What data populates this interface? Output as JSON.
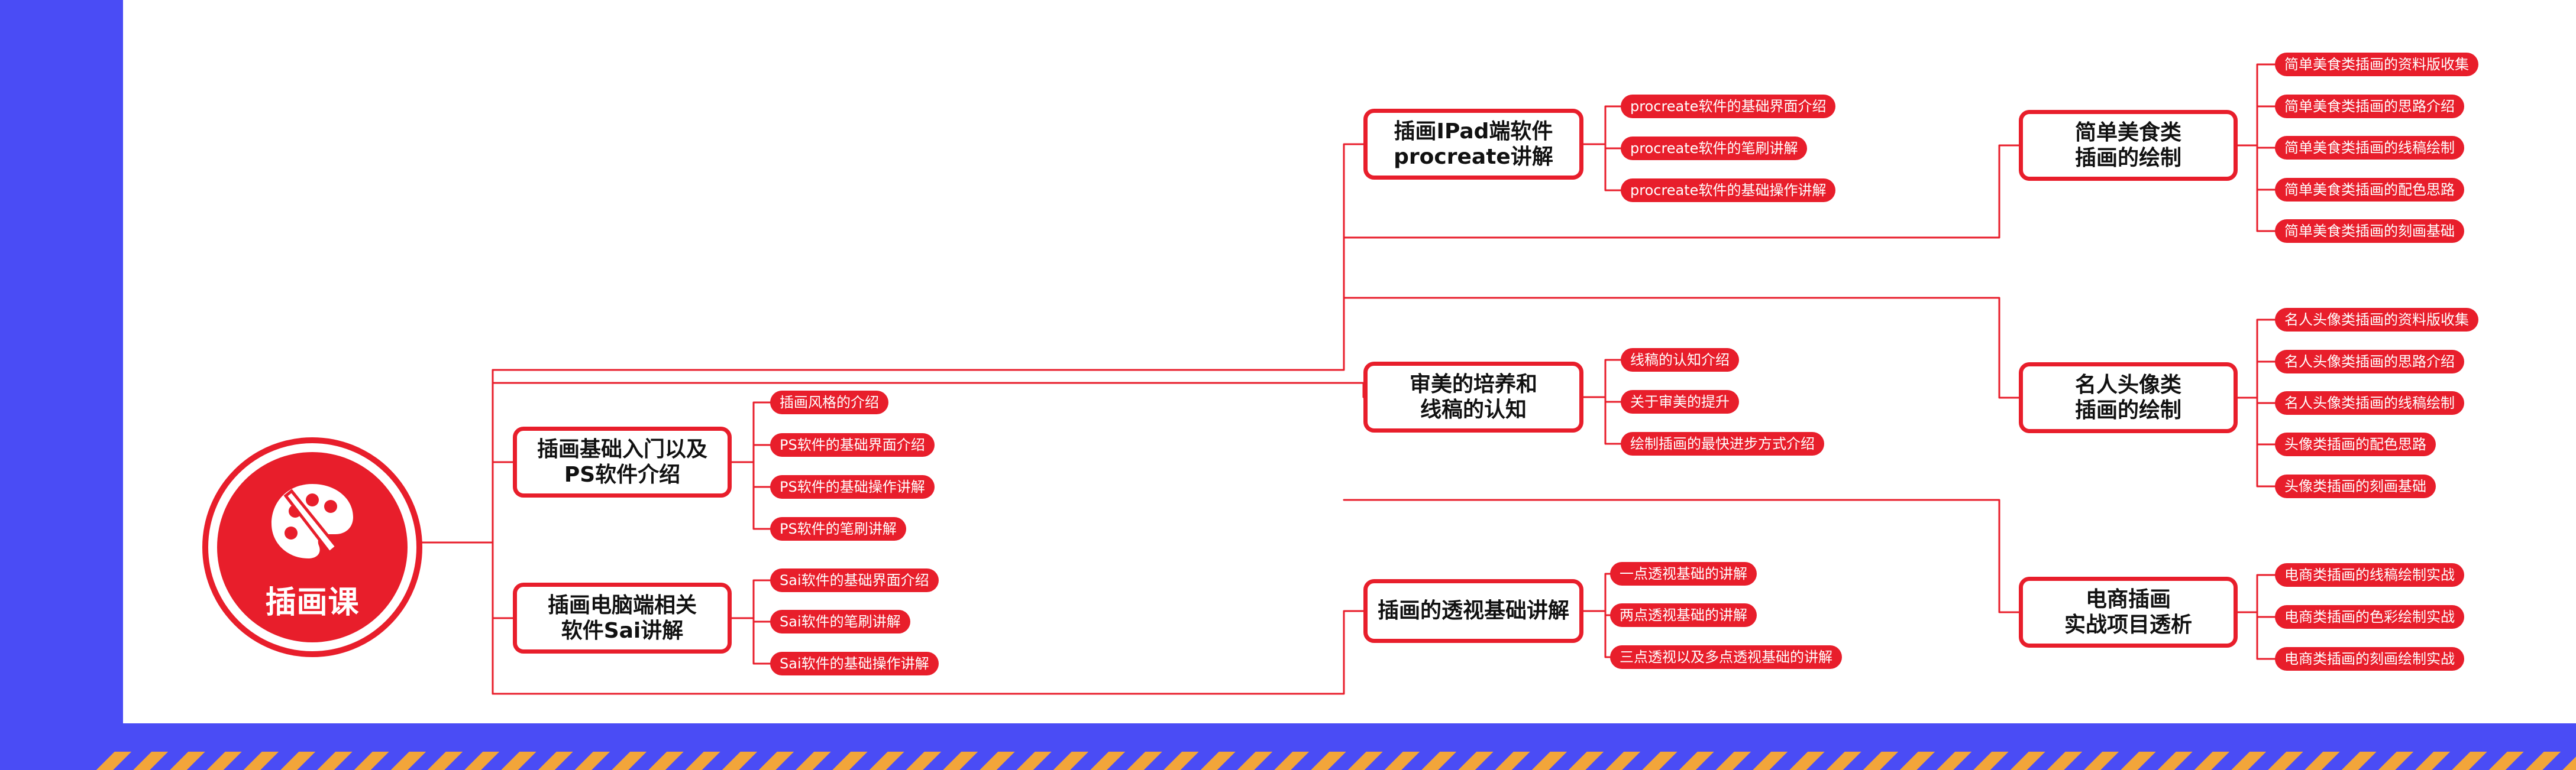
{
  "root": {
    "label": "插画课",
    "icon": "palette-icon"
  },
  "colors": {
    "background": "#4a4cf5",
    "panel": "#ffffff",
    "accent": "#e81e2b",
    "stripe": "#f2a53a",
    "node_text": "#111111"
  },
  "branches": [
    {
      "title": "插画基础入门以及\nPS软件介绍",
      "items": [
        "插画风格的介绍",
        "PS软件的基础界面介绍",
        "PS软件的基础操作讲解",
        "PS软件的笔刷讲解"
      ]
    },
    {
      "title": "插画电脑端相关\n软件Sai讲解",
      "items": [
        "Sai软件的基础界面介绍",
        "Sai软件的笔刷讲解",
        "Sai软件的基础操作讲解"
      ]
    },
    {
      "title": "插画IPad端软件\nprocreate讲解",
      "items": [
        "procreate软件的基础界面介绍",
        "procreate软件的笔刷讲解",
        "procreate软件的基础操作讲解"
      ]
    },
    {
      "title": "审美的培养和\n线稿的认知",
      "items": [
        "线稿的认知介绍",
        "关于审美的提升",
        "绘制插画的最快进步方式介绍"
      ]
    },
    {
      "title": "插画的透视基础讲解",
      "items": [
        "一点透视基础的讲解",
        "两点透视基础的讲解",
        "三点透视以及多点透视基础的讲解"
      ]
    },
    {
      "title": "简单美食类\n插画的绘制",
      "items": [
        "简单美食类插画的资料版收集",
        "简单美食类插画的思路介绍",
        "简单美食类插画的线稿绘制",
        "简单美食类插画的配色思路",
        "简单美食类插画的刻画基础"
      ]
    },
    {
      "title": "名人头像类\n插画的绘制",
      "items": [
        "名人头像类插画的资料版收集",
        "名人头像类插画的思路介绍",
        "名人头像类插画的线稿绘制",
        "头像类插画的配色思路",
        "头像类插画的刻画基础"
      ]
    },
    {
      "title": "电商插画\n实战项目透析",
      "items": [
        "电商类插画的线稿绘制实战",
        "电商类插画的色彩绘制实战",
        "电商类插画的刻画绘制实战"
      ]
    }
  ]
}
